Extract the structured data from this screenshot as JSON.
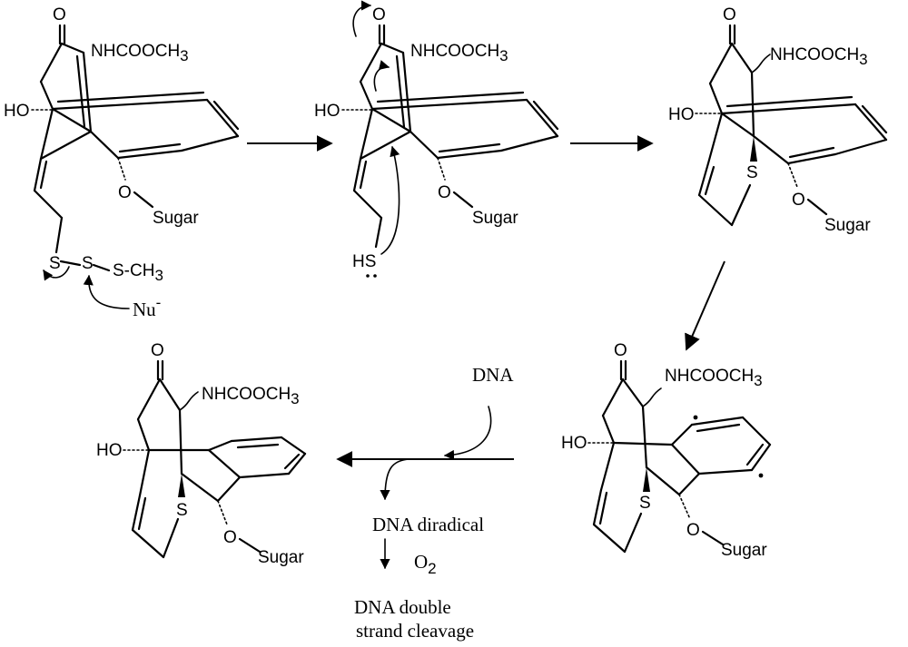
{
  "labels": {
    "carbonyl_o": "O",
    "carbamate": "NHCOOCH",
    "subscript_3": "3",
    "hydroxyl": "HO",
    "glycoside_o": "O",
    "sugar": "Sugar",
    "sulfur": "S",
    "thiol": "HS",
    "methyl_trisulfide": "S-CH",
    "nucleophile": "Nu",
    "nucleophile_charge": "-"
  },
  "reagents": {
    "dna": "DNA",
    "dna_diradical": "DNA diradical",
    "oxygen": "O",
    "oxygen_subscript": "2",
    "cleavage_line1": "DNA double",
    "cleavage_line2": "strand cleavage"
  }
}
